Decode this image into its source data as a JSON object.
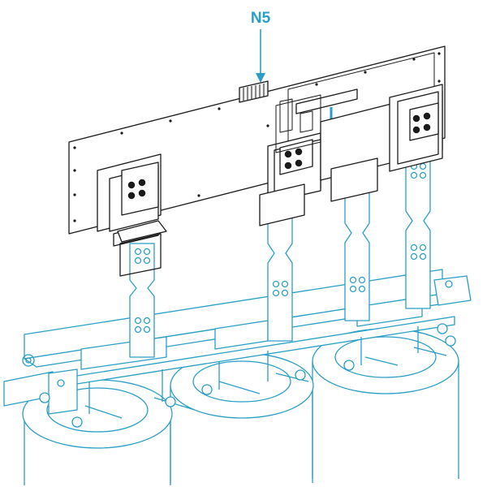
{
  "callout": {
    "label": "N5"
  },
  "colors": {
    "outline": "#1a1a1a",
    "accent": "#2a9ec5",
    "fill": "#ffffff"
  },
  "components": {
    "rear_plate": "mounting-plate",
    "busbars": [
      "phase-busbar-1",
      "phase-busbar-2",
      "phase-busbar-3",
      "neutral-busbar"
    ],
    "coils": [
      "transformer-coil-1",
      "transformer-coil-2",
      "transformer-coil-3"
    ]
  }
}
